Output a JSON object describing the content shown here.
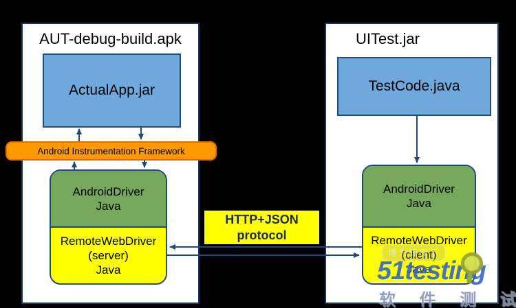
{
  "colors": {
    "bg": "#000000",
    "panel_fill": "#FFFFFF",
    "panel_border": "#17365D",
    "blue_fill": "#6FA8DC",
    "blue_border": "#1F4E79",
    "orange_fill": "#FF9900",
    "orange_border": "#E36C0A",
    "green_fill": "#76A85C",
    "yellow_fill": "#FFFF00",
    "navy_border": "#1F497D",
    "arrow": "#1F497D",
    "protocol_border": "#000000",
    "protocol_text": "#1C2B4A",
    "brand_blue": "#2E62C6",
    "subtitle_blue": "#8496BB",
    "magnifier_fill": "#D3DF52",
    "magnifier_rim": "#97A433"
  },
  "diagram": {
    "left": {
      "title": "AUT-debug-build.apk",
      "app_label": "ActualApp.jar",
      "framework_label": "Android Instrumentation Framework",
      "driver": {
        "line1": "AndroidDriver",
        "line2": "Java"
      },
      "remote": {
        "line1": "RemoteWebDriver",
        "line2": "(server)",
        "line3": "Java"
      }
    },
    "right": {
      "title": "UITest.jar",
      "test_label": "TestCode.java",
      "driver": {
        "line1": "AndroidDriver",
        "line2": "Java"
      },
      "remote": {
        "line1": "RemoteWebDriver",
        "line2": "(client)",
        "line3": "Java"
      }
    },
    "protocol": {
      "line1": "HTTP+JSON",
      "line2": "protocol"
    }
  },
  "watermark": {
    "brand": "51testing",
    "subtitle": "软 件 测 试 网",
    "stamp": "博为峰旗下"
  }
}
